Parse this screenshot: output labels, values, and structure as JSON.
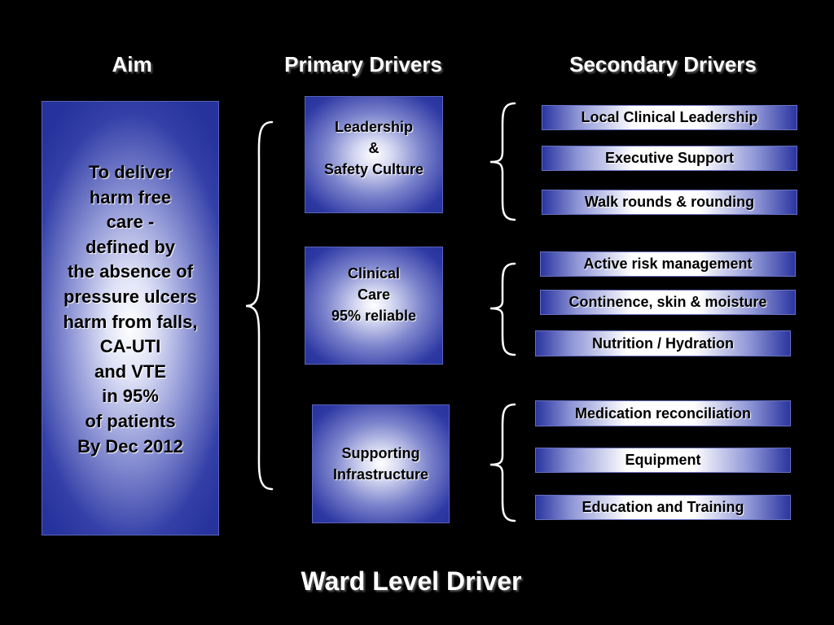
{
  "headings": {
    "aim": "Aim",
    "primary": "Primary Drivers",
    "secondary": "Secondary Drivers"
  },
  "aim": {
    "text": "To deliver\nharm free\ncare -\ndefined by\nthe absence of\npressure ulcers\nharm from falls,\nCA-UTI\nand VTE\nin 95%\nof patients\nBy Dec 2012"
  },
  "primary_drivers": [
    {
      "label": "Leadership\n&\nSafety Culture"
    },
    {
      "label": "Clinical\nCare\n95% reliable"
    },
    {
      "label": "Supporting\nInfrastructure"
    }
  ],
  "secondary_drivers": [
    {
      "label": "Local Clinical Leadership"
    },
    {
      "label": "Executive Support"
    },
    {
      "label": "Walk rounds & rounding"
    },
    {
      "label": "Active risk management"
    },
    {
      "label": "Continence, skin & moisture"
    },
    {
      "label": "Nutrition / Hydration"
    },
    {
      "label": "Medication reconciliation"
    },
    {
      "label": "Equipment"
    },
    {
      "label": "Education and Training"
    }
  ],
  "footer": "Ward Level Driver",
  "colors": {
    "background": "#000000",
    "box_edge": "#27339c",
    "box_center": "#ffffff",
    "text_light": "#ffffff",
    "text_dark": "#000000"
  }
}
